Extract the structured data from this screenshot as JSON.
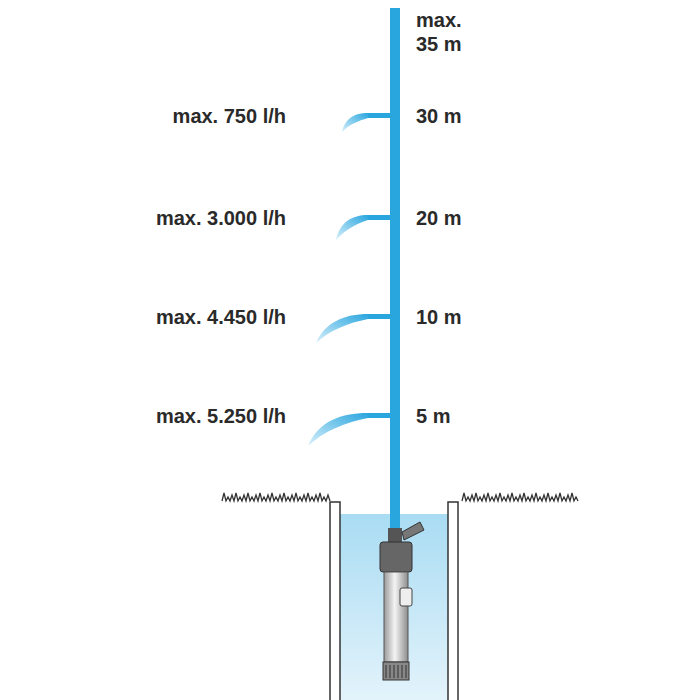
{
  "diagram": {
    "labels": [
      "max. 35 m",
      "max. 750 l/h",
      "30 m",
      "max. 3.000 l/h",
      "20 m",
      "max. 4.450 l/h",
      "10 m",
      "max. 5.250 l/h",
      "5 m"
    ]
  }
}
